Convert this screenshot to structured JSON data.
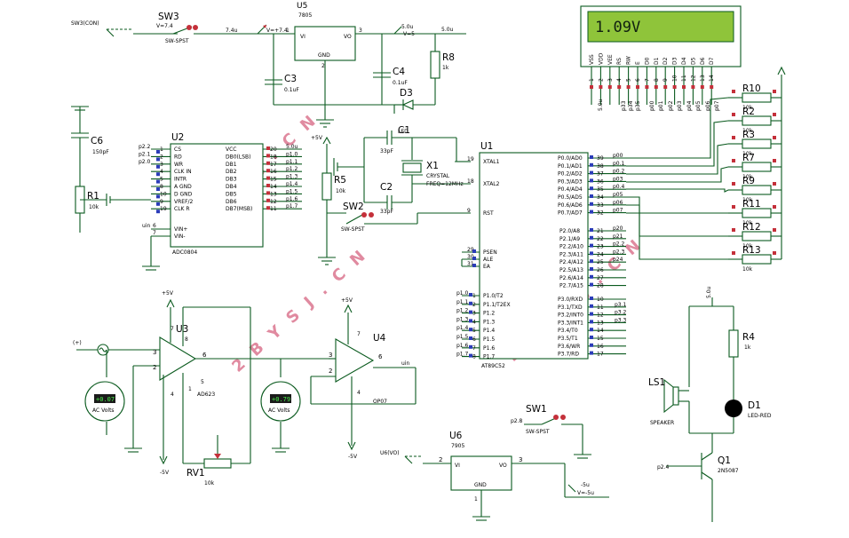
{
  "watermarks": [
    "2 B Y S J . C N",
    "2 B Y S J . C N",
    "2 B Y S J . C N"
  ],
  "lcd": {
    "display": "1.09V",
    "pin_names": [
      "VSS",
      "VDD",
      "VEE",
      "RS",
      "RW",
      "E",
      "D0",
      "D1",
      "D2",
      "D3",
      "D4",
      "D5",
      "D6",
      "D7"
    ],
    "pin_numbers": [
      "1",
      "2",
      "3",
      "4",
      "5",
      "6",
      "7",
      "8",
      "9",
      "10",
      "11",
      "12",
      "13",
      "14"
    ],
    "net_labels": [
      "5.0u",
      "p33",
      "p34",
      "p35",
      "p00",
      "p01",
      "p02",
      "p03",
      "p04",
      "p05",
      "p06",
      "p07"
    ]
  },
  "top": {
    "input_net": "SW3(CON)",
    "sw3": {
      "ref": "SW3",
      "value": "SW-SPST",
      "net": "V=7.4"
    },
    "v1": "7.4u",
    "probe1": "V=+7.4",
    "u5": {
      "ref": "U5",
      "part": "7805",
      "vi": "VI",
      "vo": "VO",
      "gnd": "GND",
      "pin1": "1",
      "pin2": "2",
      "pin3": "3"
    },
    "probe2": "5.0u",
    "probe2b": "V=5",
    "net_5v": "5.0u",
    "c3": {
      "ref": "C3",
      "value": "0.1uF"
    },
    "c4": {
      "ref": "C4",
      "value": "0.1uF"
    },
    "r8": {
      "ref": "R8",
      "value": "1k"
    },
    "d3": {
      "ref": "D3",
      "value": "LED"
    }
  },
  "adc": {
    "ref": "U2",
    "part": "ADC0804",
    "left_pins": [
      {
        "net": "p2.2",
        "num": "1",
        "name": "CS"
      },
      {
        "net": "p2.1",
        "num": "2",
        "name": "RD"
      },
      {
        "net": "p2.0",
        "num": "3",
        "name": "WR"
      },
      {
        "net": "",
        "num": "4",
        "name": "CLK IN"
      },
      {
        "net": "",
        "num": "5",
        "name": "INTR"
      },
      {
        "net": "",
        "num": "8",
        "name": "A GND"
      },
      {
        "net": "",
        "num": "10",
        "name": "D GND"
      },
      {
        "net": "",
        "num": "9",
        "name": "VREF/2"
      },
      {
        "net": "",
        "num": "19",
        "name": "CLK R"
      }
    ],
    "right_pins": [
      {
        "num": "20",
        "name": "VCC",
        "net": "5.0u"
      },
      {
        "num": "18",
        "name": "DB0(LSB)",
        "net": "p1.0"
      },
      {
        "num": "17",
        "name": "DB1",
        "net": "p1.1"
      },
      {
        "num": "16",
        "name": "DB2",
        "net": "p1.2"
      },
      {
        "num": "15",
        "name": "DB3",
        "net": "p1.3"
      },
      {
        "num": "14",
        "name": "DB4",
        "net": "p1.4"
      },
      {
        "num": "13",
        "name": "DB5",
        "net": "p1.5"
      },
      {
        "num": "12",
        "name": "DB6",
        "net": "p1.6"
      },
      {
        "num": "11",
        "name": "DB7(MSB)",
        "net": "p1.7"
      }
    ],
    "vin_plus": {
      "num": "6",
      "name": "VIN+"
    },
    "vin_minus": {
      "num": "7",
      "name": "VIN-"
    },
    "vin_net": "uin"
  },
  "rc": {
    "c6": {
      "ref": "C6",
      "value": "150pF"
    },
    "r1": {
      "ref": "R1",
      "value": "10k"
    }
  },
  "mcu": {
    "ref": "U1",
    "part": "AT89C52",
    "left_pins": [
      {
        "num": "19",
        "name": "XTAL1"
      },
      {
        "num": "18",
        "name": "XTAL2"
      },
      {
        "num": "9",
        "name": "RST"
      },
      {
        "num": "29",
        "name": "PSEN"
      },
      {
        "num": "30",
        "name": "ALE"
      },
      {
        "num": "31",
        "name": "EA"
      }
    ],
    "p1_pins": [
      {
        "num": "1",
        "name": "P1.0/T2",
        "net": "p1.0"
      },
      {
        "num": "2",
        "name": "P1.1/T2EX",
        "net": "p1.1"
      },
      {
        "num": "3",
        "name": "P1.2",
        "net": "p1.2"
      },
      {
        "num": "4",
        "name": "P1.3",
        "net": "p1.3"
      },
      {
        "num": "5",
        "name": "P1.4",
        "net": "p1.4"
      },
      {
        "num": "6",
        "name": "P1.5",
        "net": "p1.5"
      },
      {
        "num": "7",
        "name": "P1.6",
        "net": "p1.6"
      },
      {
        "num": "8",
        "name": "P1.7",
        "net": "p1.7"
      }
    ],
    "p0_pins": [
      {
        "num": "39",
        "name": "P0.0/AD0",
        "net": "p00"
      },
      {
        "num": "38",
        "name": "P0.1/AD1",
        "net": "p0.1"
      },
      {
        "num": "37",
        "name": "P0.2/AD2",
        "net": "p0.2"
      },
      {
        "num": "36",
        "name": "P0.3/AD3",
        "net": "p03"
      },
      {
        "num": "35",
        "name": "P0.4/AD4",
        "net": "p0.4"
      },
      {
        "num": "34",
        "name": "P0.5/AD5",
        "net": "p05"
      },
      {
        "num": "33",
        "name": "P0.6/AD6",
        "net": "p06"
      },
      {
        "num": "32",
        "name": "P0.7/AD7",
        "net": "p07"
      }
    ],
    "p2_pins": [
      {
        "num": "21",
        "name": "P2.0/A8",
        "net": "p20"
      },
      {
        "num": "22",
        "name": "P2.1/A9",
        "net": "p21"
      },
      {
        "num": "23",
        "name": "P2.2/A10",
        "net": "p2.2"
      },
      {
        "num": "24",
        "name": "P2.3/A11",
        "net": "p2.3"
      },
      {
        "num": "25",
        "name": "P2.4/A12",
        "net": "p24"
      },
      {
        "num": "26",
        "name": "P2.5/A13",
        "net": ""
      },
      {
        "num": "27",
        "name": "P2.6/A14",
        "net": ""
      },
      {
        "num": "28",
        "name": "P2.7/A15",
        "net": ""
      }
    ],
    "p3_pins": [
      {
        "num": "10",
        "name": "P3.0/RXD",
        "net": ""
      },
      {
        "num": "11",
        "name": "P3.1/TXD",
        "net": "p3.1"
      },
      {
        "num": "12",
        "name": "P3.2/INT0",
        "net": "p3.2"
      },
      {
        "num": "13",
        "name": "P3.3/INT1",
        "net": "p3.3"
      },
      {
        "num": "14",
        "name": "P3.4/T0",
        "net": ""
      },
      {
        "num": "15",
        "name": "P3.5/T1",
        "net": ""
      },
      {
        "num": "16",
        "name": "P3.6/WR",
        "net": ""
      },
      {
        "num": "17",
        "name": "P3.7/RD",
        "net": ""
      }
    ]
  },
  "osc": {
    "x1": {
      "ref": "X1",
      "type": "CRYSTAL",
      "freq": "FREQ=12MHz"
    },
    "c1": {
      "ref": "C1",
      "value": "33pF"
    },
    "c2": {
      "ref": "C2",
      "value": "33pF"
    },
    "r5": {
      "ref": "R5",
      "value": "10k"
    },
    "sw2": {
      "ref": "SW2",
      "value": "SW-SPST"
    },
    "vcc": "+5V"
  },
  "rpack": [
    {
      "ref": "R10",
      "value": "10k"
    },
    {
      "ref": "R2",
      "value": "10k"
    },
    {
      "ref": "R3",
      "value": "10k"
    },
    {
      "ref": "R7",
      "value": "10k"
    },
    {
      "ref": "R9",
      "value": "10k"
    },
    {
      "ref": "R11",
      "value": "10k"
    },
    {
      "ref": "R12",
      "value": "10k"
    },
    {
      "ref": "R13",
      "value": "10k"
    }
  ],
  "analog": {
    "vcc1": "+5V",
    "vee1": "-5V",
    "vcc2": "+5V",
    "vee2": "-5V",
    "input": "(+)",
    "u3": {
      "ref": "U3",
      "part": "AD623",
      "p3": "3",
      "p2": "2",
      "p6": "6",
      "p7": "7",
      "p4": "4",
      "p8": "8",
      "p1": "1",
      "p5": "5"
    },
    "u4": {
      "ref": "U4",
      "part": "OP07",
      "p3": "3",
      "p2": "2",
      "p6": "6",
      "p7": "7",
      "p4": "4"
    },
    "vm1": {
      "reading": "+0.07",
      "label": "AC Volts"
    },
    "vm2": {
      "reading": "+0.79",
      "label": "AC Volts"
    },
    "rv1": {
      "ref": "RV1",
      "value": "10k"
    },
    "out_net": "uin"
  },
  "buzzer": {
    "net_5v": "5.0u",
    "r4": {
      "ref": "R4",
      "value": "1k"
    },
    "ls1": {
      "ref": "LS1",
      "value": "SPEAKER"
    },
    "d1": {
      "ref": "D1",
      "value": "LED-RED"
    },
    "q1": {
      "ref": "Q1",
      "value": "2N5087"
    },
    "base_net": "p2.4"
  },
  "sw1": {
    "ref": "SW1",
    "value": "SW-SPST",
    "net": "p2.8"
  },
  "u6": {
    "ref": "U6",
    "part": "7905",
    "vi": "VI",
    "vo": "VO",
    "gnd": "GND",
    "pin1": "1",
    "pin2": "2",
    "pin3": "3",
    "input_net": "U6(VO)",
    "probe": "-5u",
    "probe2": "V=-5u"
  }
}
